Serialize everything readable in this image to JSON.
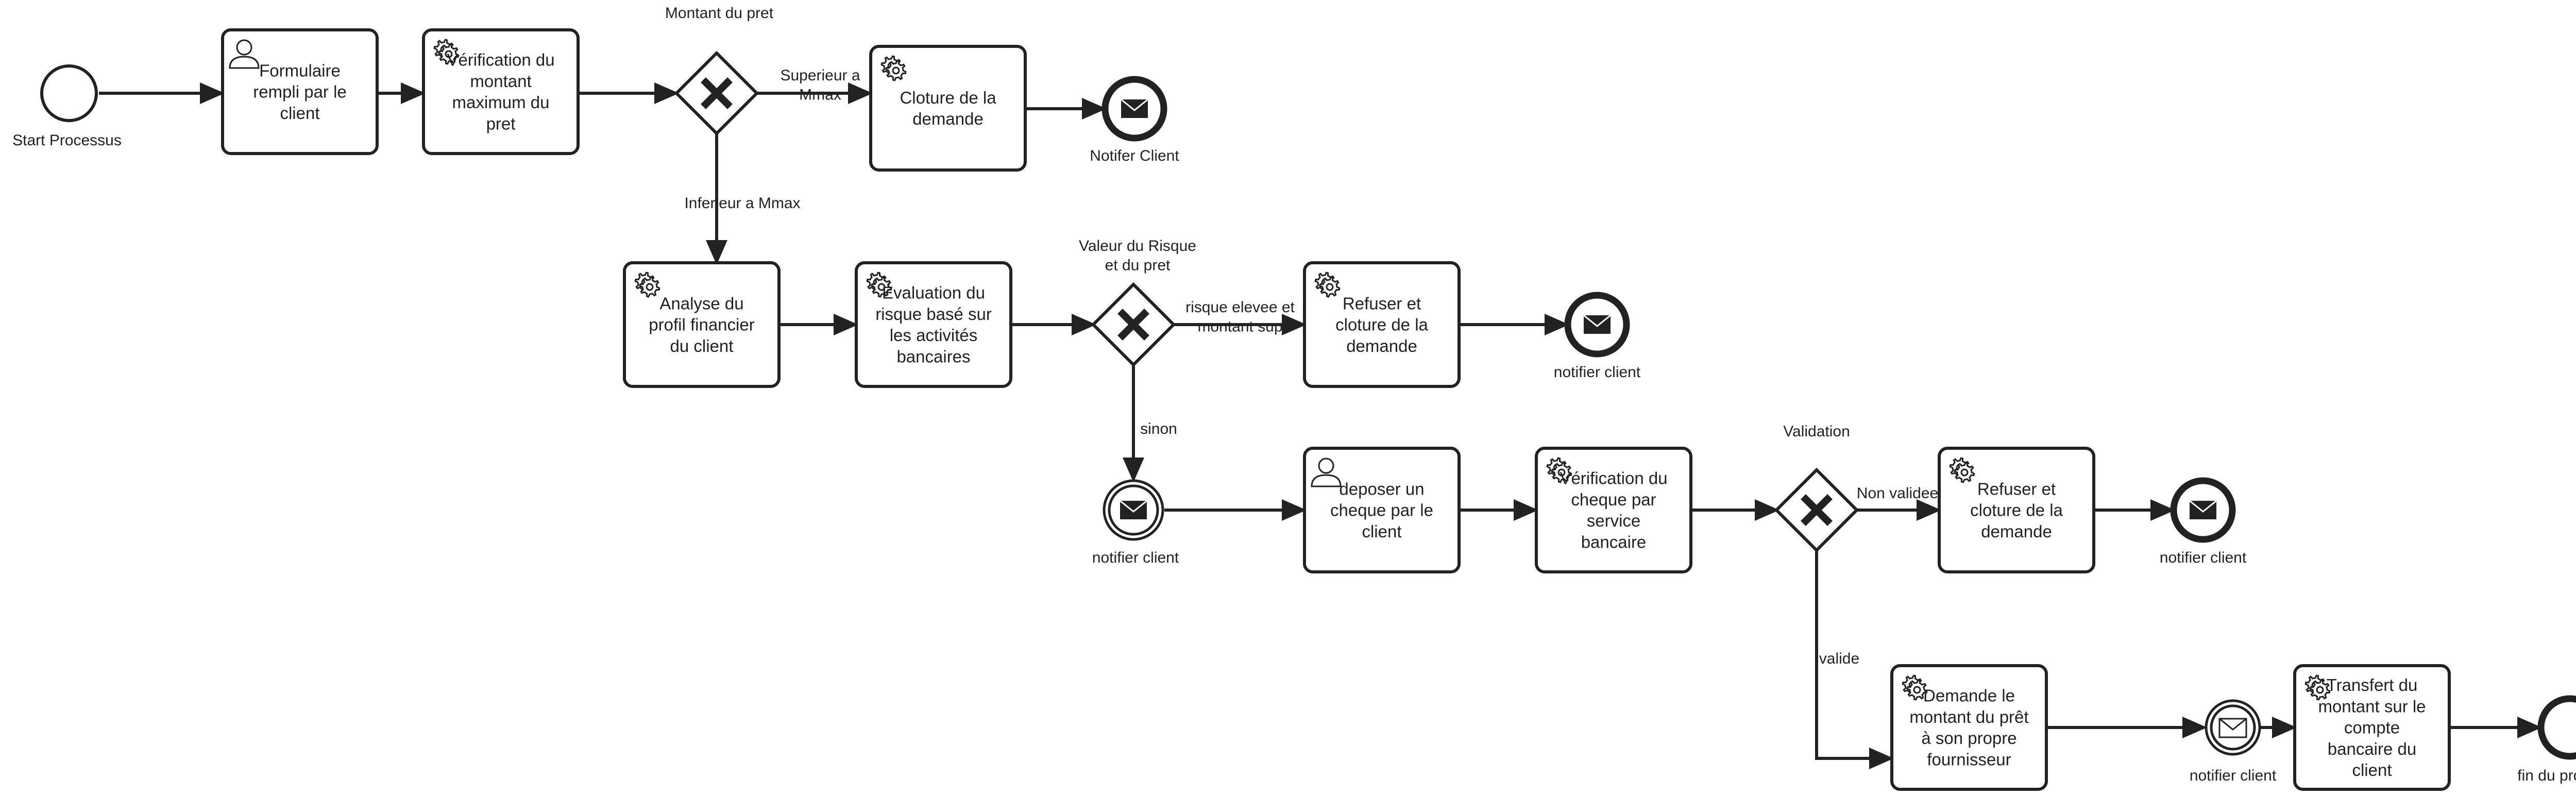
{
  "start": {
    "label": "Start Processus"
  },
  "end": {
    "label": "fin du procesus"
  },
  "tasks": {
    "formulaire": {
      "label": [
        "Formulaire",
        "rempli par le",
        "client"
      ],
      "kind": "user"
    },
    "verification_montant": {
      "label": [
        "Vérification du",
        "montant",
        "maximum du",
        "pret"
      ],
      "kind": "service"
    },
    "cloture_demande": {
      "label": [
        "Cloture de la",
        "demande"
      ],
      "kind": "service"
    },
    "analyse_profil": {
      "label": [
        "Analyse du",
        "profil financier",
        "du client"
      ],
      "kind": "service"
    },
    "evaluation_risque": {
      "label": [
        "Évaluation du",
        "risque basé sur",
        "les activités",
        "bancaires"
      ],
      "kind": "service"
    },
    "refuser_1": {
      "label": [
        "Refuser et",
        "cloture de la",
        "demande"
      ],
      "kind": "service"
    },
    "deposer_cheque": {
      "label": [
        "deposer un",
        "cheque par le",
        "client"
      ],
      "kind": "user"
    },
    "verification_cheque": {
      "label": [
        "Vérification du",
        "cheque par",
        "service",
        "bancaire"
      ],
      "kind": "service"
    },
    "refuser_2": {
      "label": [
        "Refuser et",
        "cloture de la",
        "demande"
      ],
      "kind": "service"
    },
    "demande_montant": {
      "label": [
        "Demande le",
        "montant du prêt",
        "à son propre",
        "fournisseur"
      ],
      "kind": "service"
    },
    "transfert": {
      "label": [
        "Transfert du",
        "montant sur le",
        "compte",
        "bancaire du",
        "client"
      ],
      "kind": "service"
    }
  },
  "gateways": {
    "montant": {
      "label": [
        "Montant du pret"
      ]
    },
    "risque": {
      "label": [
        "Valeur du Risque",
        "et du pret"
      ]
    },
    "validation": {
      "label": [
        "Validation"
      ]
    }
  },
  "events": {
    "notif_1": {
      "label": "Notifer Client"
    },
    "notif_2": {
      "label": "notifier client"
    },
    "notif_3": {
      "label": "notifier client"
    },
    "notif_4": {
      "label": "notifier client"
    },
    "notif_5": {
      "label": "notifier client"
    }
  },
  "flows": {
    "superieur": [
      "Superieur a",
      "Mmax"
    ],
    "inferieur": [
      "Inferieur a Mmax"
    ],
    "risque_eleve": [
      "risque elevee et",
      "montant sup"
    ],
    "sinon": [
      "sinon"
    ],
    "non_validee": [
      "Non validee"
    ],
    "valide": [
      "valide"
    ]
  }
}
